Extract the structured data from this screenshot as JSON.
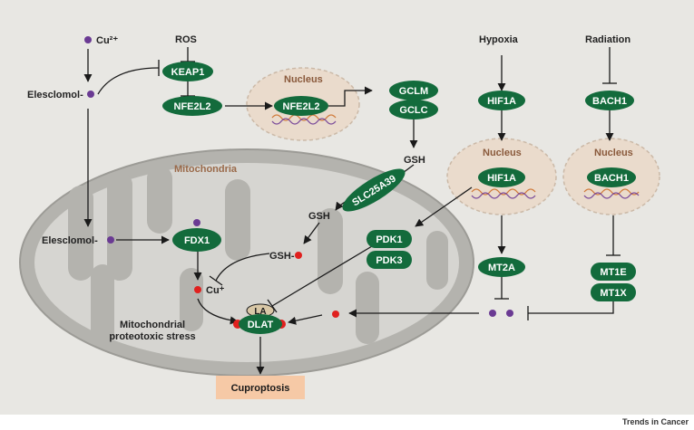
{
  "stimuli": {
    "cu2": "Cu²⁺",
    "ros": "ROS",
    "hypoxia": "Hypoxia",
    "radiation": "Radiation"
  },
  "labels": {
    "elesclomol_top": "Elesclomol-",
    "elesclomol_mito": "Elesclomol-",
    "gsh_cyto": "GSH",
    "gsh_mito": "GSH",
    "gsh_cu": "GSH-",
    "cu_plus": "Cu⁺",
    "stress_line1": "Mitochondrial",
    "stress_line2": "proteotoxic stress"
  },
  "compartments": {
    "nucleus_nrf": "Nucleus",
    "nucleus_hif": "Nucleus",
    "nucleus_bach": "Nucleus",
    "mitochondria": "Mitochondria"
  },
  "proteins": {
    "keap1": "KEAP1",
    "nfe2l2_cyto": "NFE2L2",
    "nfe2l2_nuc": "NFE2L2",
    "gclm": "GCLM",
    "gclc": "GCLC",
    "hif1a_cyto": "HIF1A",
    "hif1a_nuc": "HIF1A",
    "bach1_cyto": "BACH1",
    "bach1_nuc": "BACH1",
    "slc25a39": "SLC25A39",
    "fdx1": "FDX1",
    "pdk1": "PDK1",
    "pdk3": "PDK3",
    "mt2a": "MT2A",
    "mt1e": "MT1E",
    "mt1x": "MT1X",
    "la": "LA",
    "dlat": "DLAT"
  },
  "outcome": "Cuproptosis",
  "footer": "Trends in Cancer",
  "colors": {
    "protein": "#136b3c",
    "copper_cu2": "#6a3a93",
    "copper_cu1": "#e0201e",
    "background": "#e8e7e3",
    "outcome_box": "#f6c9a6",
    "nucleus_fill": "#eadbcc",
    "mito_outer": "#b4b3ae"
  }
}
